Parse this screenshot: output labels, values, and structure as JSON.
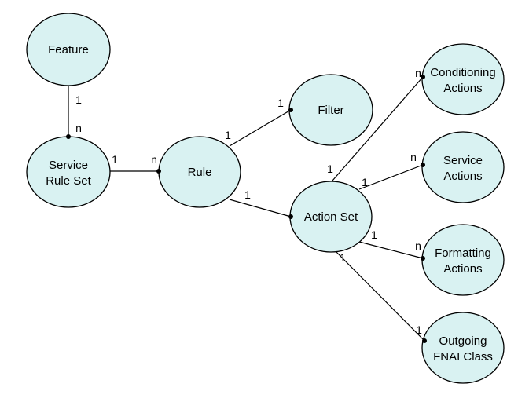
{
  "nodes": {
    "feature": {
      "lines": [
        "Feature"
      ]
    },
    "service_rule_set": {
      "lines": [
        "Service",
        "Rule Set"
      ]
    },
    "rule": {
      "lines": [
        "Rule"
      ]
    },
    "filter": {
      "lines": [
        "Filter"
      ]
    },
    "action_set": {
      "lines": [
        "Action Set"
      ]
    },
    "conditioning_actions": {
      "lines": [
        "Conditioning",
        "Actions"
      ]
    },
    "service_actions": {
      "lines": [
        "Service",
        "Actions"
      ]
    },
    "formatting_actions": {
      "lines": [
        "Formatting",
        "Actions"
      ]
    },
    "outgoing_fnai_class": {
      "lines": [
        "Outgoing",
        "FNAI Class"
      ]
    }
  },
  "edges": {
    "feature_srs": {
      "from_card": "1",
      "to_card": "n"
    },
    "srs_rule": {
      "from_card": "1",
      "to_card": "n"
    },
    "rule_filter": {
      "from_card": "1",
      "to_card": "1"
    },
    "rule_actionset": {
      "from_card": "1",
      "to_card": ""
    },
    "actionset_conditioning": {
      "from_card": "1",
      "to_card": "n"
    },
    "actionset_service": {
      "from_card": "1",
      "to_card": "n"
    },
    "actionset_formatting": {
      "from_card": "1",
      "to_card": "n"
    },
    "actionset_outgoing": {
      "from_card": "1",
      "to_card": "1"
    }
  },
  "colors": {
    "node_fill": "#d9f2f2",
    "stroke": "#000000",
    "background": "#ffffff"
  }
}
